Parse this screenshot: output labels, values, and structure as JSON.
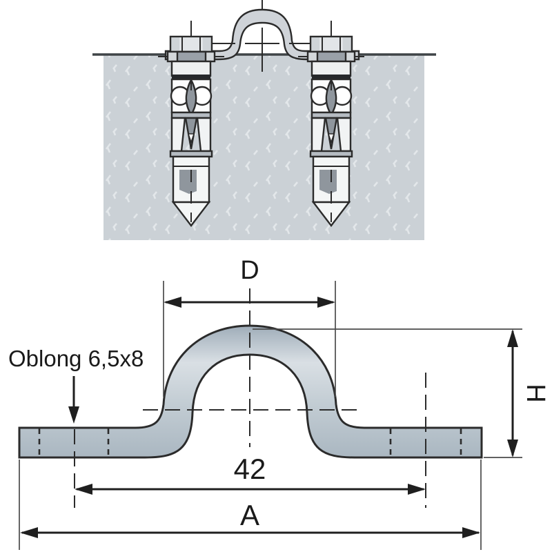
{
  "labels": {
    "dim_d": "D",
    "dim_h": "H",
    "hole_spacing": "42",
    "dim_a": "A",
    "oblong_note": "Oblong 6,5x8"
  },
  "colors": {
    "concrete": "#cbd1d6",
    "concrete_speckle": "#e3e7ea",
    "surface_line": "#3f4447",
    "metal_light": "#e2e5e8",
    "metal_shade": "#cfd4d8",
    "metal_mid": "#9aa1a8",
    "collar_gray": "#b6bcc2",
    "outline": "#2b2b2b",
    "clamp_top_fill": "#cfd3d8",
    "profile_edge": "#9fadb9",
    "profile_highlight": "#d9dfe4",
    "dimension_ink": "#1f1f1f"
  }
}
